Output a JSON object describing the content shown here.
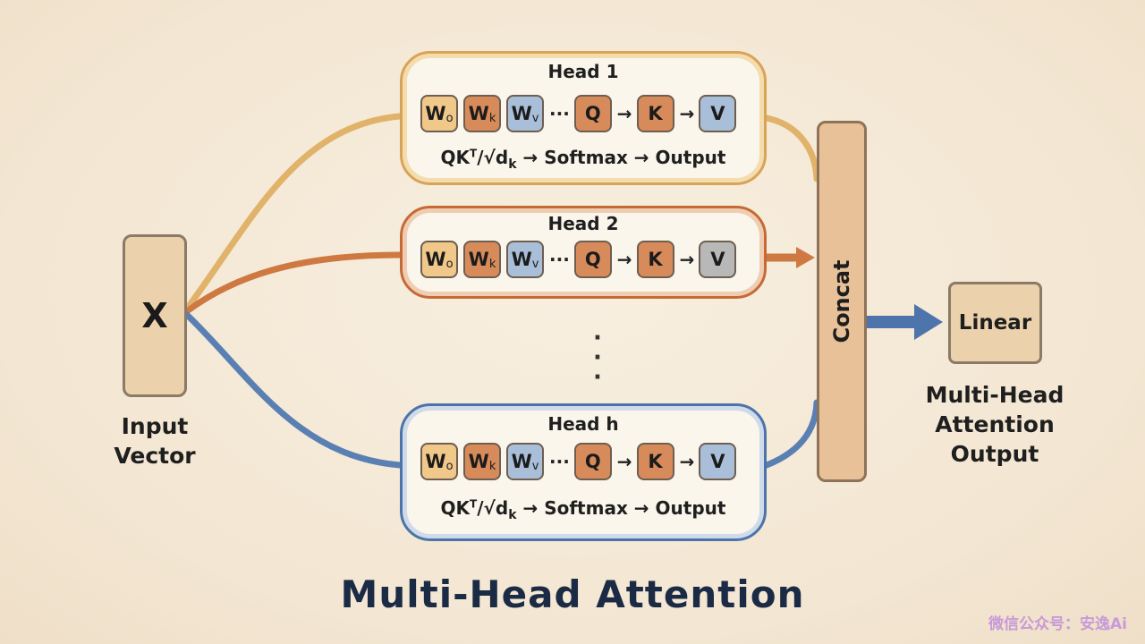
{
  "input": {
    "symbol": "X",
    "caption_line1": "Input",
    "caption_line2": "Vector"
  },
  "heads": [
    {
      "title": "Head 1",
      "tokens": [
        "W",
        "o",
        "W",
        "k",
        "W",
        "v"
      ],
      "ellipsis": "···",
      "q": "Q",
      "k": "K",
      "v": "V",
      "arrow": "→",
      "formula": {
        "qk": "QK",
        "t": "T",
        "sqrt": "/√d",
        "sub": "k",
        "rest": " → Softmax → Output"
      }
    },
    {
      "title": "Head 2",
      "ellipsis": "···",
      "q": "Q",
      "k": "K",
      "v": "V",
      "arrow": "→"
    },
    {
      "title": "Head h",
      "ellipsis": "···",
      "q": "Q",
      "k": "K",
      "v": "V",
      "arrow": "→",
      "formula": {
        "qk": "QK",
        "t": "T",
        "sqrt": "/√d",
        "sub": "k",
        "rest": " → Softmax → Output"
      }
    }
  ],
  "token_labels": {
    "w": "W",
    "o": "o",
    "k": "k",
    "v": "v"
  },
  "vdots": "·\n·\n·",
  "concat": "Concat",
  "linear": "Linear",
  "output_caption": {
    "line1": "Multi-Head",
    "line2": "Attention",
    "line3": "Output"
  },
  "title": "Multi-Head Attention",
  "watermark": "微信公众号：安逸Ai",
  "colors": {
    "head1": "#d9a356",
    "head2": "#c56a35",
    "headh": "#4c74a8",
    "title": "#1c2b45"
  }
}
